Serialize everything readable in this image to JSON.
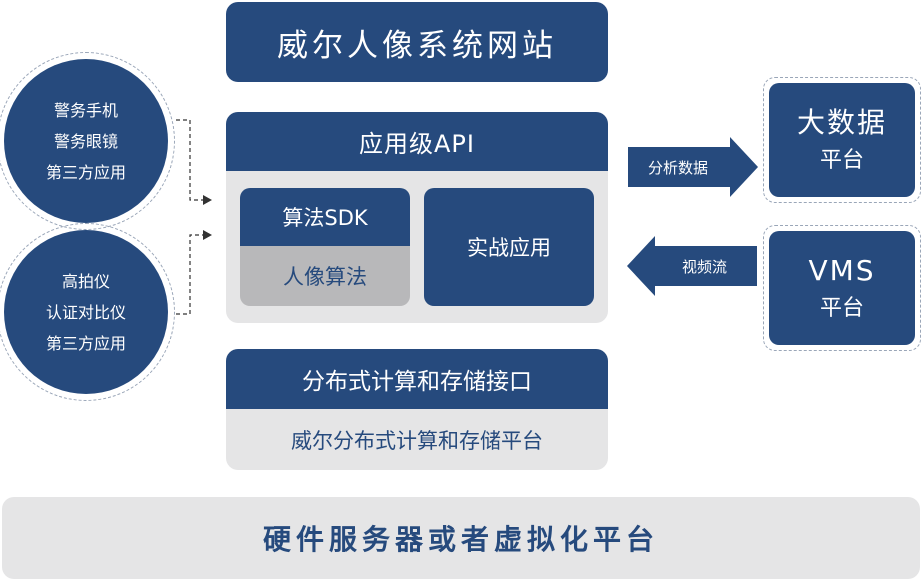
{
  "site_title": "威尔人像系统网站",
  "api_panel": {
    "header": "应用级API",
    "sdk_title": "算法SDK",
    "sdk_algo": "人像算法",
    "combat_app": "实战应用"
  },
  "dist_panel": {
    "header": "分布式计算和存储接口",
    "platform": "威尔分布式计算和存储平台"
  },
  "hardware_bar": "硬件服务器或者虚拟化平台",
  "left_circles": [
    {
      "lines": [
        "警务手机",
        "警务眼镜",
        "第三方应用"
      ]
    },
    {
      "lines": [
        "高拍仪",
        "认证对比仪",
        "第三方应用"
      ]
    }
  ],
  "right_platforms": [
    {
      "title": "大数据",
      "subtitle": "平台"
    },
    {
      "title": "VMS",
      "subtitle": "平台"
    }
  ],
  "arrows": {
    "analysis_label": "分析数据",
    "video_label": "视频流"
  },
  "colors": {
    "navy": "#264a7d",
    "light_grey": "#e5e5e6",
    "mid_grey": "#b8b8ba"
  }
}
